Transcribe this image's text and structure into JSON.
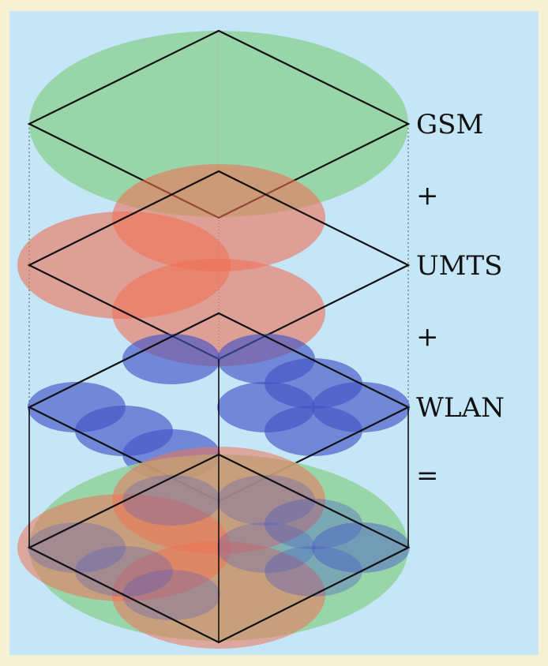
{
  "labels": {
    "gsm": "GSM",
    "plus_1": "+",
    "umts": "UMTS",
    "plus_2": "+",
    "wlan": "WLAN",
    "equals": "="
  },
  "colors": {
    "page_border": "#f6f1d4",
    "background": "#c5e6f7",
    "gsm_cell": "#8fd29c",
    "umts_cell": "#ee7255",
    "wlan_cell": "#4455c6",
    "outline": "#111111"
  }
}
